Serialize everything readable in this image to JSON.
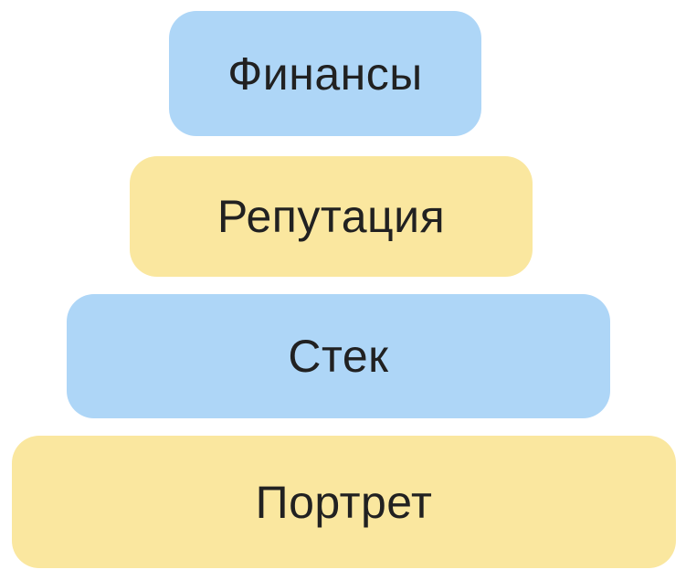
{
  "diagram": {
    "type": "stacked-pyramid",
    "background_color": "#ffffff",
    "text_color": "#212121",
    "palette": {
      "blue": "#aed6f7",
      "yellow": "#fae79f"
    },
    "blocks": [
      {
        "label": "Финансы",
        "color": "#aed6f7",
        "level": 1
      },
      {
        "label": "Репутация",
        "color": "#fae79f",
        "level": 2
      },
      {
        "label": "Стек",
        "color": "#aed6f7",
        "level": 3
      },
      {
        "label": "Портрет",
        "color": "#fae79f",
        "level": 4
      }
    ]
  }
}
